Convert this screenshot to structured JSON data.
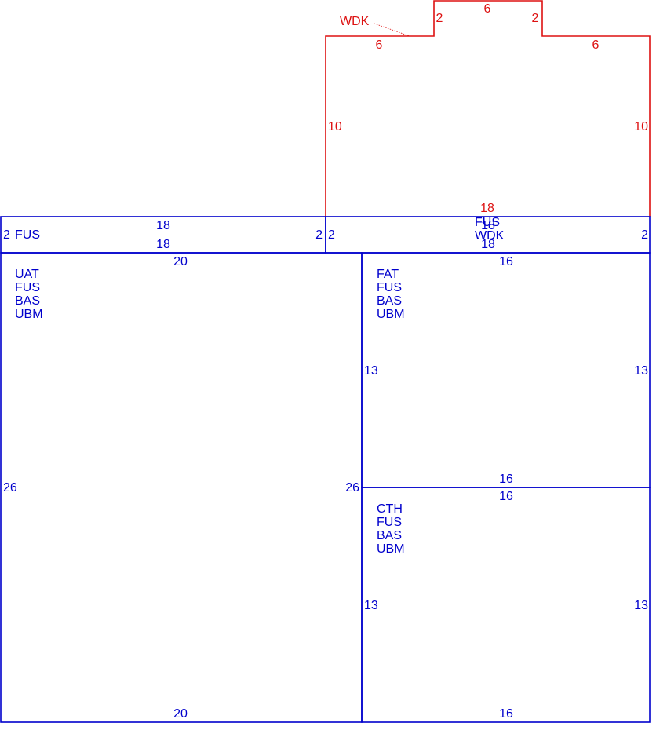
{
  "colors": {
    "main": "#0000cc",
    "deck": "#dd1111"
  },
  "deck": {
    "tag": "WDK",
    "dims": {
      "top": "6",
      "step_left": "2",
      "step_right": "2",
      "top_left": "6",
      "top_right": "6",
      "left": "10",
      "right": "10",
      "bottom": "18"
    }
  },
  "strip_left": {
    "codes": [
      "FUS"
    ],
    "dims": {
      "top": "18",
      "bottom": "18",
      "left": "2",
      "right": "2"
    }
  },
  "strip_right": {
    "codes": [
      "FUS",
      "WDK"
    ],
    "dims": {
      "top": "18",
      "bottom": "18",
      "left": "2",
      "right": "2"
    }
  },
  "room_large": {
    "codes": [
      "UAT",
      "FUS",
      "BAS",
      "UBM"
    ],
    "dims": {
      "top": "20",
      "bottom": "20",
      "left": "26",
      "right": "26"
    }
  },
  "room_upper_right": {
    "codes": [
      "FAT",
      "FUS",
      "BAS",
      "UBM"
    ],
    "dims": {
      "top": "16",
      "bottom": "16",
      "left": "13",
      "right": "13"
    }
  },
  "room_lower_right": {
    "codes": [
      "CTH",
      "FUS",
      "BAS",
      "UBM"
    ],
    "dims": {
      "top": "16",
      "bottom": "16",
      "left": "13",
      "right": "13"
    }
  }
}
